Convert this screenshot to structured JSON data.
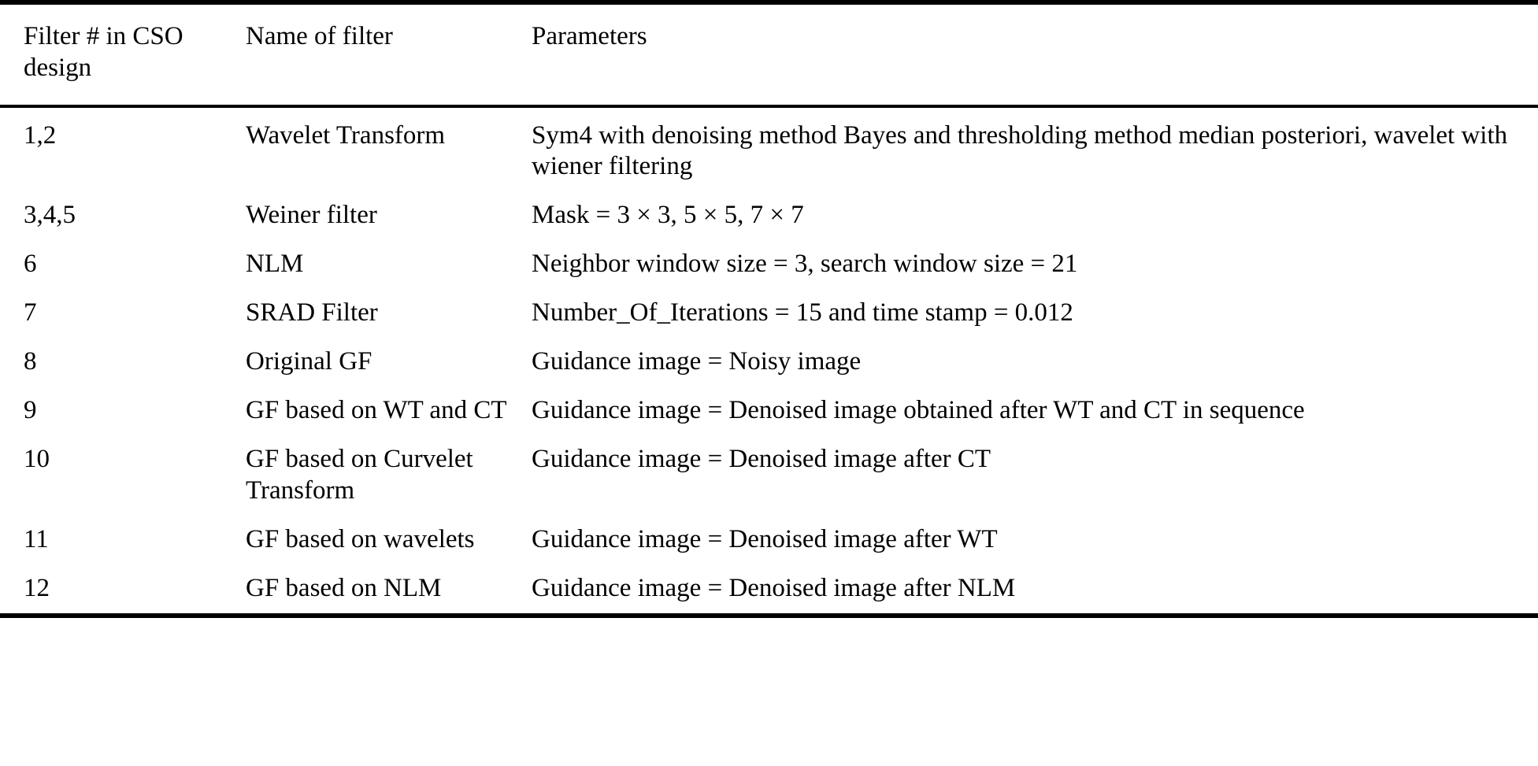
{
  "document": {
    "type": "academic-table",
    "caption": "",
    "text_color": "#000000",
    "background_color": "#ffffff",
    "rule_color": "#000000"
  },
  "table": {
    "columns": [
      {
        "key": "filter_number",
        "header": "Filter # in CSO design"
      },
      {
        "key": "filter_name",
        "header": "Name of filter"
      },
      {
        "key": "parameters",
        "header": "Parameters"
      }
    ],
    "rows": [
      {
        "filter_number": "1,2",
        "filter_name": "Wavelet Transform",
        "parameters": "Sym4 with denoising method Bayes and thresholding method median posteriori, wavelet with wiener filtering"
      },
      {
        "filter_number": "3,4,5",
        "filter_name": "Weiner filter",
        "parameters": "Mask = 3 × 3, 5 × 5, 7 × 7"
      },
      {
        "filter_number": "6",
        "filter_name": "NLM",
        "parameters": "Neighbor window size = 3, search window size = 21"
      },
      {
        "filter_number": "7",
        "filter_name": "SRAD Filter",
        "parameters": "Number_Of_Iterations = 15 and time stamp = 0.012"
      },
      {
        "filter_number": "8",
        "filter_name": "Original GF",
        "parameters": "Guidance image = Noisy image"
      },
      {
        "filter_number": "9",
        "filter_name": "GF based on WT and CT",
        "parameters": "Guidance image = Denoised image obtained after WT and CT in sequence"
      },
      {
        "filter_number": "10",
        "filter_name": "GF based on Curvelet Transform",
        "parameters": "Guidance image = Denoised image after CT"
      },
      {
        "filter_number": "11",
        "filter_name": "GF based on wavelets",
        "parameters": "Guidance image = Denoised image after WT"
      },
      {
        "filter_number": "12",
        "filter_name": "GF based on NLM",
        "parameters": "Guidance image = Denoised image after NLM"
      }
    ]
  }
}
